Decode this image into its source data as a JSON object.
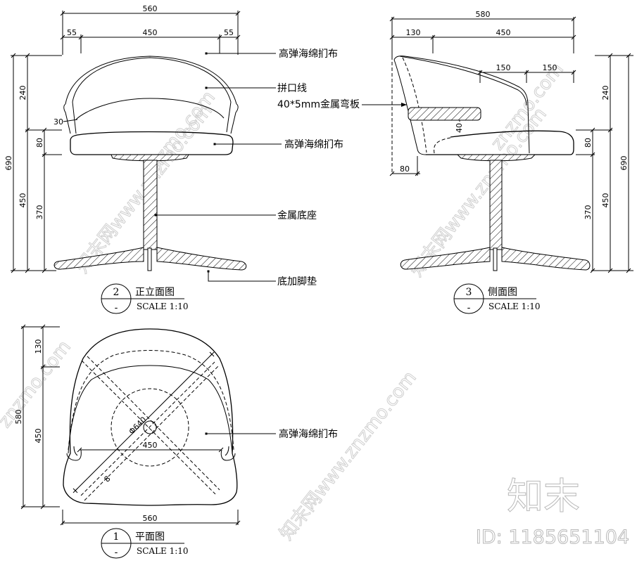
{
  "drawing": {
    "front_elevation": {
      "number": "2",
      "sub": "-",
      "title": "正立面图",
      "scale": "SCALE 1:10",
      "dims": {
        "total_width": "560",
        "left_arm": "55",
        "seat_width": "450",
        "right_arm": "55",
        "total_height": "690",
        "back_height": "240",
        "cushion": "80",
        "seat_height": "450",
        "base_height": "370",
        "arm_thickness": "30"
      },
      "callouts": [
        "高弹海绵扪布",
        "拼口线",
        "40*5mm金属弯板",
        "高弹海绵扪布",
        "金属底座",
        "底加脚垫"
      ]
    },
    "side_elevation": {
      "number": "3",
      "sub": "-",
      "title": "侧面图",
      "scale": "SCALE 1:10",
      "dims": {
        "total_depth": "580",
        "back_depth": "130",
        "seat_depth": "450",
        "arm_1": "150",
        "arm_2": "150",
        "plate_height": "40",
        "back_offset": "80",
        "back_height": "240",
        "cushion": "80",
        "total_height": "690",
        "seat_height": "450",
        "base_height": "370"
      }
    },
    "plan": {
      "number": "1",
      "sub": "-",
      "title": "平面图",
      "scale": "SCALE 1:10",
      "dims": {
        "total_depth": "580",
        "back_depth": "130",
        "seat_depth": "450",
        "inner_width": "450",
        "total_width": "560",
        "base_diameter": "Φ640",
        "leg_width": "8"
      },
      "callouts": [
        "高弹海绵扪布"
      ]
    }
  },
  "watermark": {
    "brand": "知末",
    "id": "ID: 1185651104",
    "site": "znzmo.com",
    "site_full": "知末网www.znzmo.com"
  }
}
